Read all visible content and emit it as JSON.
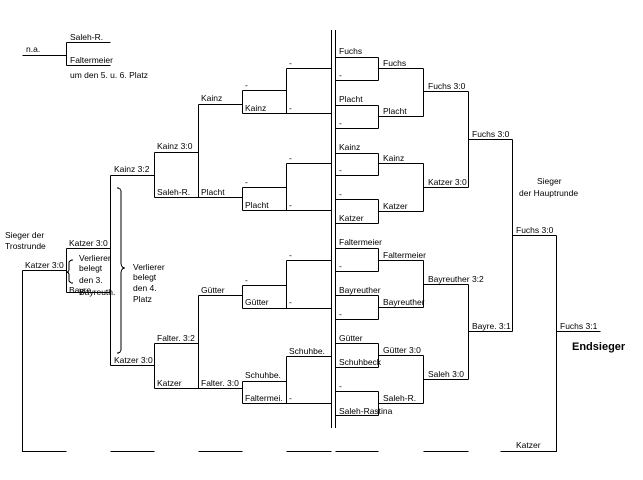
{
  "top": {
    "na": "n.a.",
    "saleh": "Saleh-R.",
    "faltermeier": "Faltermeier",
    "place56": "um den 5. u. 6. Platz"
  },
  "left": {
    "sieger_trost_1": "Sieger der",
    "sieger_trost_2": "Trostrunde",
    "katzer_30": "Katzer 3:0",
    "katzer_30_b": "Katzer 3:0",
    "bayre": "Bayre.",
    "note3_1": "Verlierer",
    "note3_2": "belegt",
    "note3_3": "den 3.",
    "note3_4": "Platz",
    "note3_overlap": "Bayreuth.",
    "note4_1": "Verlierer",
    "note4_2": "belegt",
    "note4_3": "den 4.",
    "note4_4": "Platz"
  },
  "trost": {
    "kainz_32": "Kainz 3:2",
    "katzer_30_lower": "Katzer 3:0",
    "kainz_30": "Kainz 3:0",
    "saleh": "Saleh-R.",
    "guetter": "Gütter",
    "falter_32": "Falter. 3:2",
    "katzer": "Katzer",
    "kainz_r3": "Kainz",
    "plancht": "Placht",
    "falter_30": "Falter. 3:0",
    "dash1": "-",
    "kainz_r4": "Kainz",
    "dash2": "-",
    "placht_r4": "Placht",
    "dash3": "-",
    "dash4": "-",
    "guetter_r4": "Gütter",
    "schuhbe": "Schuhbe.",
    "faltermei": "Faltermei.",
    "dash5": "-",
    "dash6": "-",
    "dash7": "-",
    "dash8": "-",
    "dash9": "-",
    "dash10": "-",
    "dash11": "-",
    "dash12": "-",
    "schuhbe_r5": "Schuhbe."
  },
  "haupt": {
    "fuchs": "Fuchs",
    "placht": "Placht",
    "kainz": "Kainz",
    "katzer": "Katzer",
    "faltermeier": "Faltermeier",
    "bayreuther": "Bayreuther",
    "guetter": "Gütter",
    "schuhbeck": "Schuhbeck",
    "saleh_rastina": "Saleh-Rastina",
    "d1": "-",
    "d2": "-",
    "d3": "-",
    "d4": "-",
    "d5": "-",
    "d6": "-",
    "d7": "-",
    "fuchs_r2": "Fuchs",
    "placht_r2": "Placht",
    "kainz_r2": "Kainz",
    "katzer_r2": "Katzer",
    "faltermeier_r2": "Faltermeier",
    "bayreuther_r2": "Bayreuther",
    "guetter_30": "Gütter 3:0",
    "saleh_r2": "Saleh-R.",
    "fuchs_30": "Fuchs 3:0",
    "katzer_30": "Katzer 3:0",
    "bayreuther_32": "Bayreuther 3:2",
    "saleh_30": "Saleh 3:0",
    "fuchs_30_b": "Fuchs 3:0",
    "bayre_31": "Bayre. 3:1",
    "fuchs_30_c": "Fuchs 3:0",
    "sieger_haupt_1": "Sieger",
    "sieger_haupt_2": "der Hauptrunde",
    "fuchs_31": "Fuchs 3:1",
    "endsieger": "Endsieger",
    "katzer_bottom": "Katzer"
  }
}
